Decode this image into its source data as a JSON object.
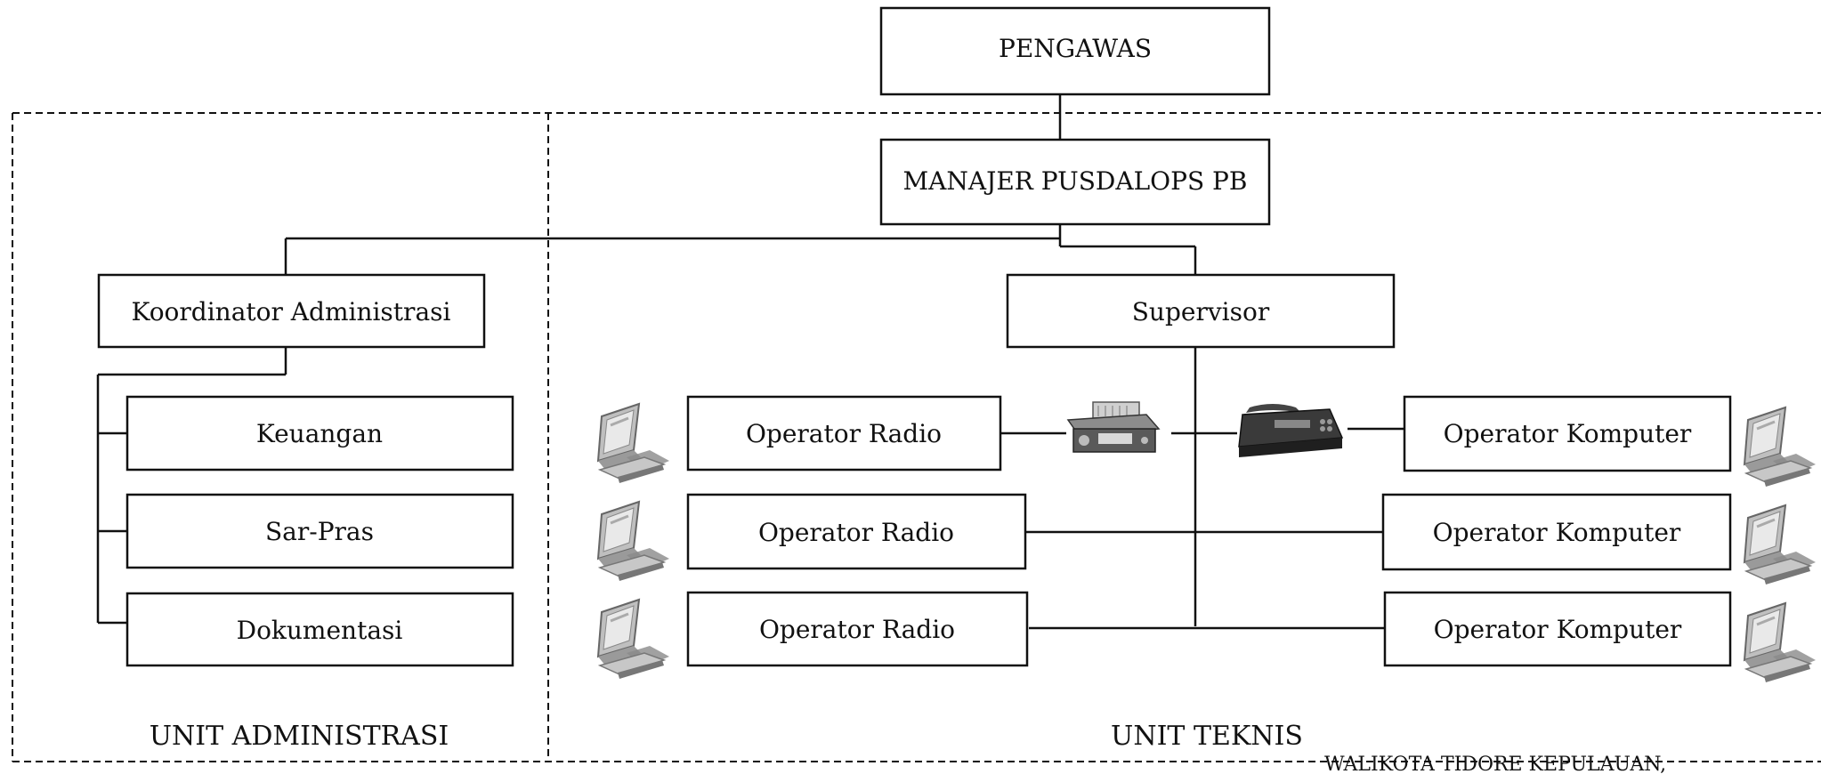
{
  "boxes": {
    "pengawas": "PENGAWAS",
    "manajer": "MANAJER PUSDALOPS PB",
    "koordinator": "Koordinator Administrasi",
    "supervisor": "Supervisor",
    "keuangan": "Keuangan",
    "sarpras": "Sar-Pras",
    "dokumentasi": "Dokumentasi",
    "operator_radio": [
      "Operator Radio",
      "Operator Radio",
      "Operator Radio"
    ],
    "operator_komputer": [
      "Operator Komputer",
      "Operator Komputer",
      "Operator Komputer"
    ]
  },
  "units": {
    "administrasi": "UNIT ADMINISTRASI",
    "teknis": "UNIT TEKNIS"
  },
  "footer": {
    "signature_title": "WALIKOTA TIDORE KEPULAUAN,"
  },
  "icons": {
    "computer": "computer-icon",
    "radio": "radio-transceiver-icon",
    "fax": "fax-machine-icon"
  }
}
